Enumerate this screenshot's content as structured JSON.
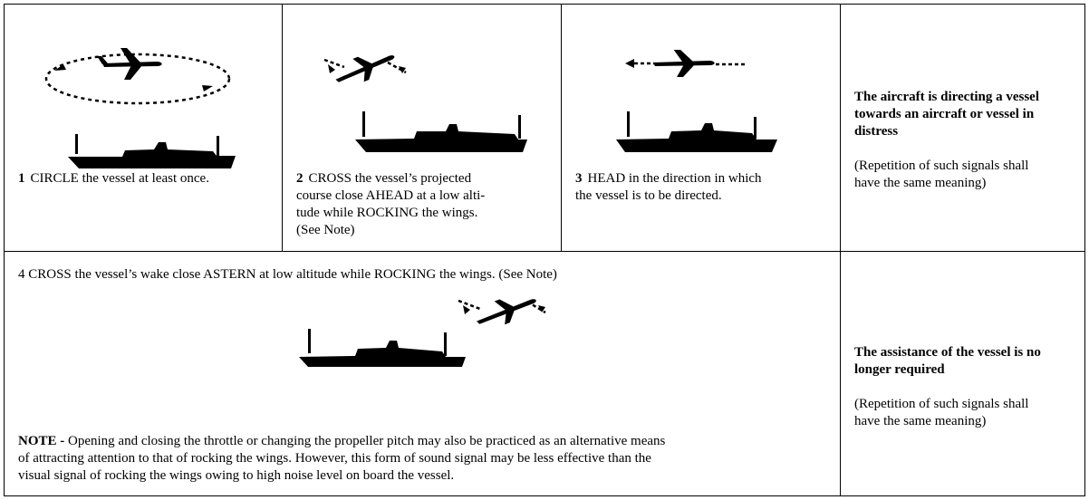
{
  "signals": [
    {
      "number": "1",
      "text": "CIRCLE the vessel at least once."
    },
    {
      "number": "2",
      "text_lines": [
        "CROSS the vessel’s projected",
        "course close AHEAD at a low alti-",
        "tude while ROCKING the wings.",
        "(See Note)"
      ]
    },
    {
      "number": "3",
      "text_lines": [
        "HEAD in the direction in which",
        "the vessel is to be directed."
      ]
    }
  ],
  "meaning_top": {
    "title_lines": [
      "The aircraft is directing a vessel",
      "towards an aircraft or vessel in",
      "distress"
    ],
    "note_lines": [
      "(Repetition of such signals shall",
      "have the same meaning)"
    ]
  },
  "signal_4": {
    "text": "4 CROSS the vessel’s wake close ASTERN at low altitude while ROCKING the wings. (See Note)"
  },
  "note": {
    "label": "NOTE -",
    "lines": [
      "Opening and closing the throttle or changing the propeller pitch may also be practiced as an alternative means",
      "of attracting attention to that of rocking the wings. However, this form of sound signal may be less effective than the",
      "visual signal of rocking the wings owing to high noise level on board the vessel."
    ]
  },
  "meaning_bottom": {
    "title_lines": [
      "The assistance of the vessel is no",
      "longer required"
    ],
    "note_lines": [
      "(Repetition of such signals shall",
      "have the same meaning)"
    ]
  }
}
